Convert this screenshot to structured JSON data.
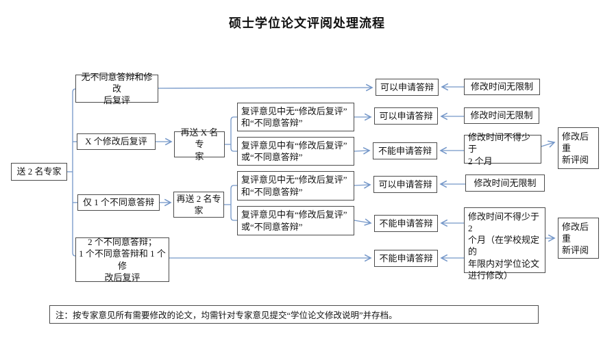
{
  "title": "硕士学位论文评阅处理流程",
  "colors": {
    "connector": "#7396c8",
    "box_border": "#4a4a4a",
    "text": "#111111",
    "background": "#ffffff"
  },
  "nodes": {
    "start": {
      "label": "送 2 名专家"
    },
    "no_objection": {
      "label": "无不同意答辩和修改\n后复评"
    },
    "x_revise": {
      "label": "X 个修改后复评"
    },
    "one_disagree": {
      "label": "仅 1 个不同意答辩"
    },
    "two_disagree": {
      "label": "2 个不同意答辩；\n1 个不同意答辩和 1 个修\n改后复评"
    },
    "resend_x": {
      "label": "再送 X 名专\n家"
    },
    "resend_2": {
      "label": "再送 2 名专\n家"
    },
    "review_no_a": {
      "label": "复评意见中无“修改后复评”\n和“不同意答辩”"
    },
    "review_has_a": {
      "label": "复评意见中有“修改后复评”\n或“不同意答辩”"
    },
    "review_no_b": {
      "label": "复评意见中无“修改后复评”\n和“不同意答辩”"
    },
    "review_has_b": {
      "label": "复评意见中有“修改后复评”\n或“不同意答辩”"
    },
    "can_defend_1": {
      "label": "可以申请答辩"
    },
    "can_defend_2": {
      "label": "可以申请答辩"
    },
    "can_defend_3": {
      "label": "可以申请答辩"
    },
    "cannot_defend_1": {
      "label": "不能申请答辩"
    },
    "cannot_defend_2": {
      "label": "不能申请答辩"
    },
    "cannot_defend_3": {
      "label": "不能申请答辩"
    },
    "no_limit_1": {
      "label": "修改时间无限制"
    },
    "no_limit_2": {
      "label": "修改时间无限制"
    },
    "no_limit_3": {
      "label": "修改时间无限制"
    },
    "min_2_months": {
      "label": "修改时间不得少于\n2 个月"
    },
    "min_2_months_detail": {
      "label": "修改时间不得少于 2\n个月（在学校规定的\n年限内对学位论文\n进行修改）"
    },
    "re_review_1": {
      "label": "修改后重\n新评阅"
    },
    "re_review_2": {
      "label": "修改后重\n新评阅"
    }
  },
  "note": {
    "text": "注：按专家意见所有需要修改的论文，均需针对专家意见提交“学位论文修改说明”并存档。"
  }
}
